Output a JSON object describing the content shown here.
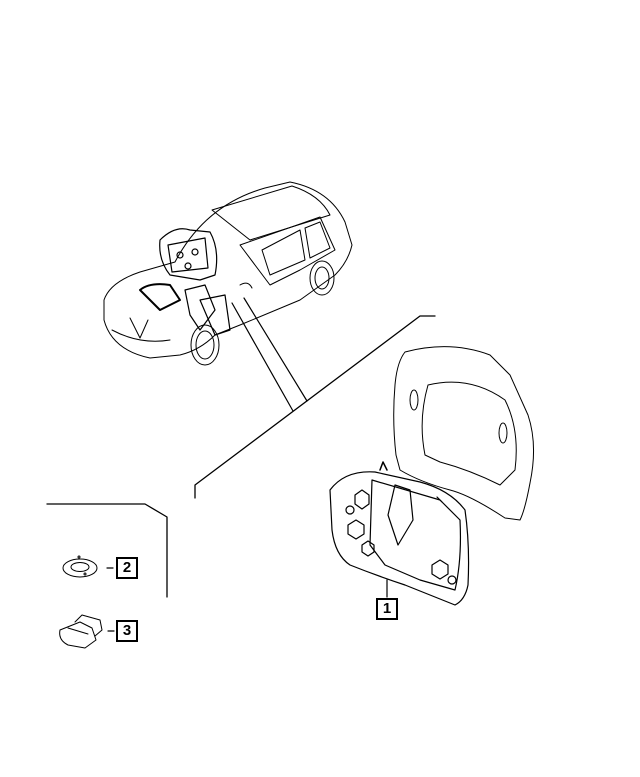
{
  "diagram": {
    "type": "exploded parts illustration",
    "subject": "Hood silencer / insulator pad assembly",
    "vehicle": "SUV overview with hood open",
    "callouts": [
      {
        "number": "1",
        "part": "hood insulator panel"
      },
      {
        "number": "2",
        "part": "round push-pin retainer"
      },
      {
        "number": "3",
        "part": "clip"
      }
    ]
  },
  "colors": {
    "line": "#000000",
    "background": "#ffffff"
  }
}
